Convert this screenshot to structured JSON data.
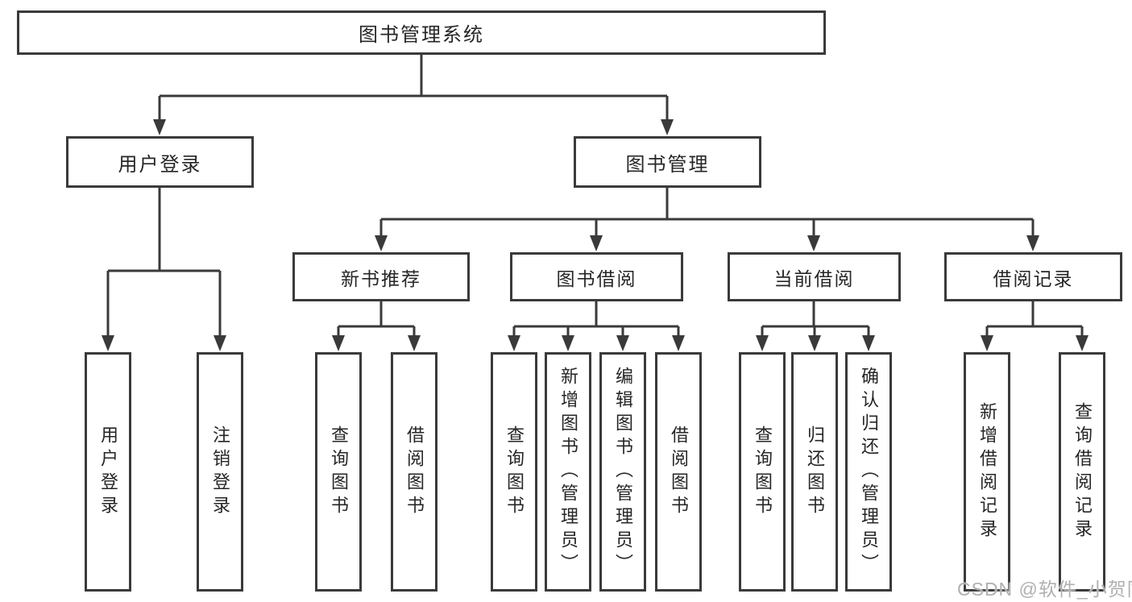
{
  "colors": {
    "line": "#3a3a3a",
    "text": "#262626",
    "watermark": "#b0b0b0",
    "background": "#ffffff"
  },
  "root": {
    "label": "图书管理系统"
  },
  "branches": {
    "user_login": {
      "label": "用户登录",
      "leaves": [
        "用户登录",
        "注销登录"
      ]
    },
    "book_management": {
      "label": "图书管理",
      "groups": [
        {
          "label": "新书推荐",
          "leaves": [
            "查询图书",
            "借阅图书"
          ]
        },
        {
          "label": "图书借阅",
          "leaves": [
            "查询图书",
            "新增图书（管理员）",
            "编辑图书（管理员）",
            "借阅图书"
          ]
        },
        {
          "label": "当前借阅",
          "leaves": [
            "查询图书",
            "归还图书",
            "确认归还（管理员）"
          ]
        },
        {
          "label": "借阅记录",
          "leaves": [
            "新增借阅记录",
            "查询借阅记录"
          ]
        }
      ]
    }
  },
  "watermark": "CSDN @软件_小贺同学"
}
